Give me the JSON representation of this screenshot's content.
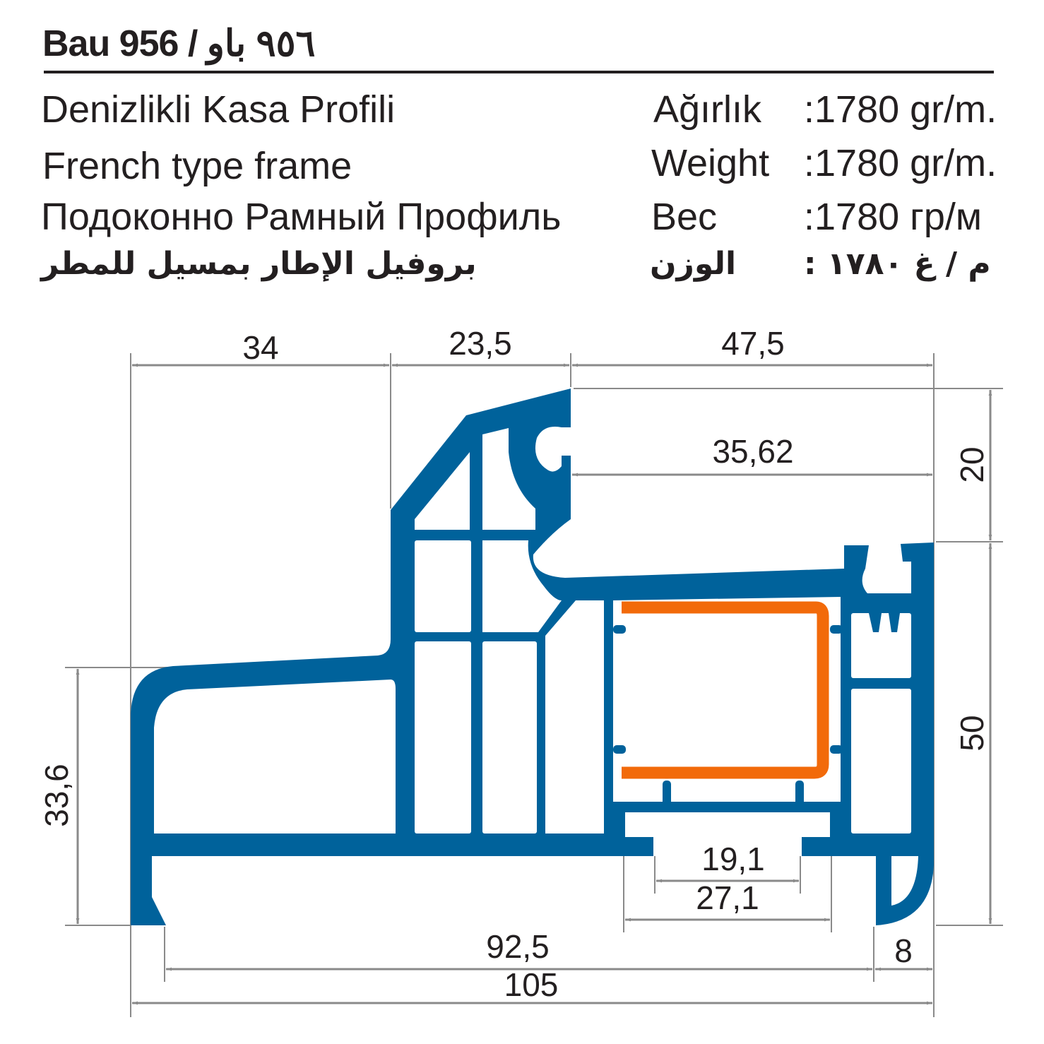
{
  "header": {
    "title": "Bau 956 / ٩٥٦ باو"
  },
  "names": [
    "Denizlikli Kasa Profili",
    "French type frame",
    "Подоконно Рамный Профиль",
    "بروفيل الإطار بمسيل للمطر"
  ],
  "weight": [
    {
      "label": "Ağırlık",
      "value": ":1780 gr/m."
    },
    {
      "label": "Weight",
      "value": ":1780 gr/m."
    },
    {
      "label": "Вес",
      "value": ":1780 гр/м"
    },
    {
      "label": "الوزن",
      "value": ": م / غ ١٧٨٠"
    }
  ],
  "dimensions": {
    "top_left": "34",
    "top_mid": "23,5",
    "top_right": "47,5",
    "inner_width": "35,62",
    "right_upper": "20",
    "right_lower": "50",
    "left_height": "33,6",
    "bottom_gap_inner": "19,1",
    "bottom_gap_outer": "27,1",
    "bottom_main": "92,5",
    "bottom_total": "105",
    "bottom_right": "8"
  },
  "colors": {
    "profile": "#00629b",
    "reinforcement": "#f26a0a",
    "dimension": "#8a8a8a",
    "text": "#231f20"
  }
}
